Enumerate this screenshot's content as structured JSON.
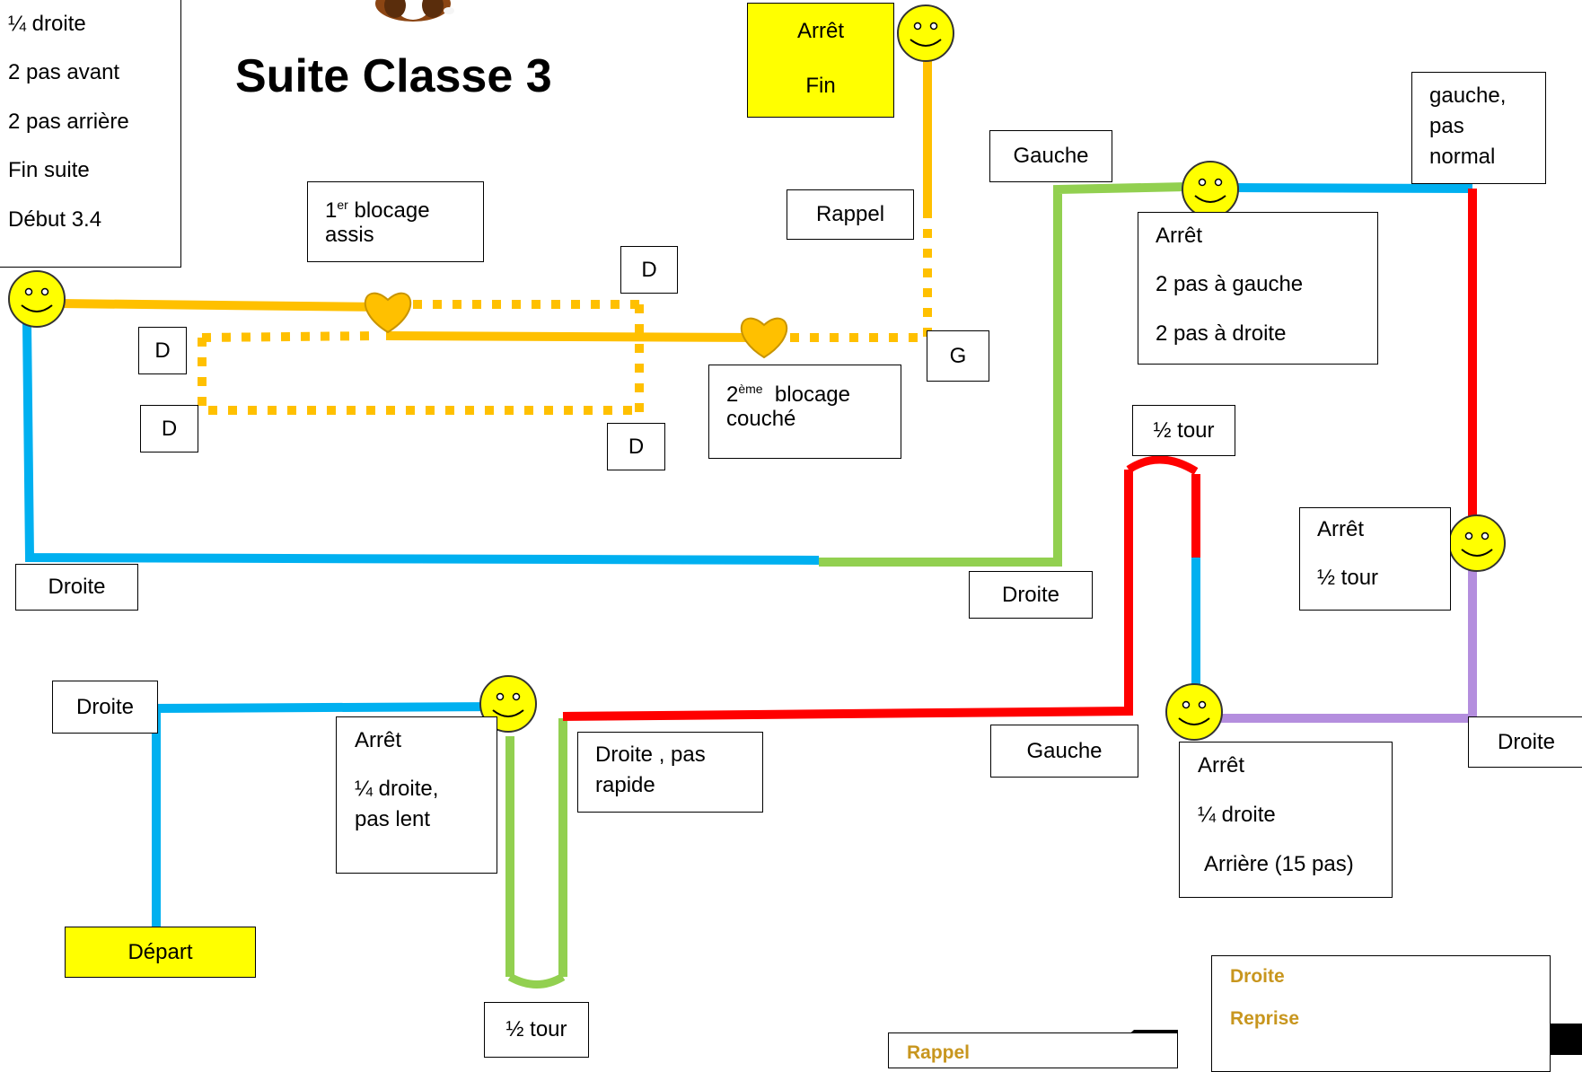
{
  "title": "Suite Classe 3",
  "colors": {
    "blue": "#00b0f0",
    "green": "#92d050",
    "red": "#ff0000",
    "purple": "#b48ede",
    "orange": "#ffc000",
    "smiley": "#ffff00",
    "start_end_box": "#ffff00",
    "legend_text": "#c8961e"
  },
  "icons": [
    "smiley-icon",
    "heart-icon",
    "dog-image",
    "arrow-icon"
  ],
  "sidebar": {
    "lines": [
      "¼ droite",
      "2 pas avant",
      "2 pas arrière",
      "Fin suite",
      "Début 3.4"
    ]
  },
  "labels": {
    "arret_fin": {
      "l1": "Arrêt",
      "l2": "Fin"
    },
    "rappel": "Rappel",
    "gauche_top": "Gauche",
    "gauche_pas_normal": {
      "l1": "gauche,",
      "l2": "pas",
      "l3": "normal"
    },
    "blocage1": {
      "num": "1",
      "sup": "er",
      "l1": " blocage",
      "l2": "assis"
    },
    "d_top": "D",
    "d_left": "D",
    "d_left_low": "D",
    "d_mid_low": "D",
    "g": "G",
    "blocage2": {
      "num": "2",
      "sup": "ème",
      "l1": "  blocage",
      "l2": "couché"
    },
    "arret_gauche_droite": {
      "l1": "Arrêt",
      "l2": "2 pas à gauche",
      "l3": "2 pas à droite"
    },
    "demi_tour_top": "½ tour",
    "droite_left": "Droite",
    "droite_mid": "Droite",
    "arret_demi_tour": {
      "l1": "Arrêt",
      "l2": "½ tour"
    },
    "droite_bottom_left": "Droite",
    "arret_quart_droite": {
      "l1": "Arrêt",
      "l2": "¼ droite,",
      "l3": "pas lent"
    },
    "droite_pas_rapide": {
      "l1": "Droite , pas",
      "l2": "rapide"
    },
    "gauche_bottom": "Gauche",
    "arret_arriere": {
      "l1": "Arrêt",
      "l2": "¼ droite",
      "l3": "Arrière (15 pas)"
    },
    "droite_right": "Droite",
    "depart": "Départ",
    "demi_tour_bottom": "½ tour"
  },
  "legend": {
    "items": [
      "Droite",
      "Reprise"
    ],
    "rappel": "Rappel"
  }
}
